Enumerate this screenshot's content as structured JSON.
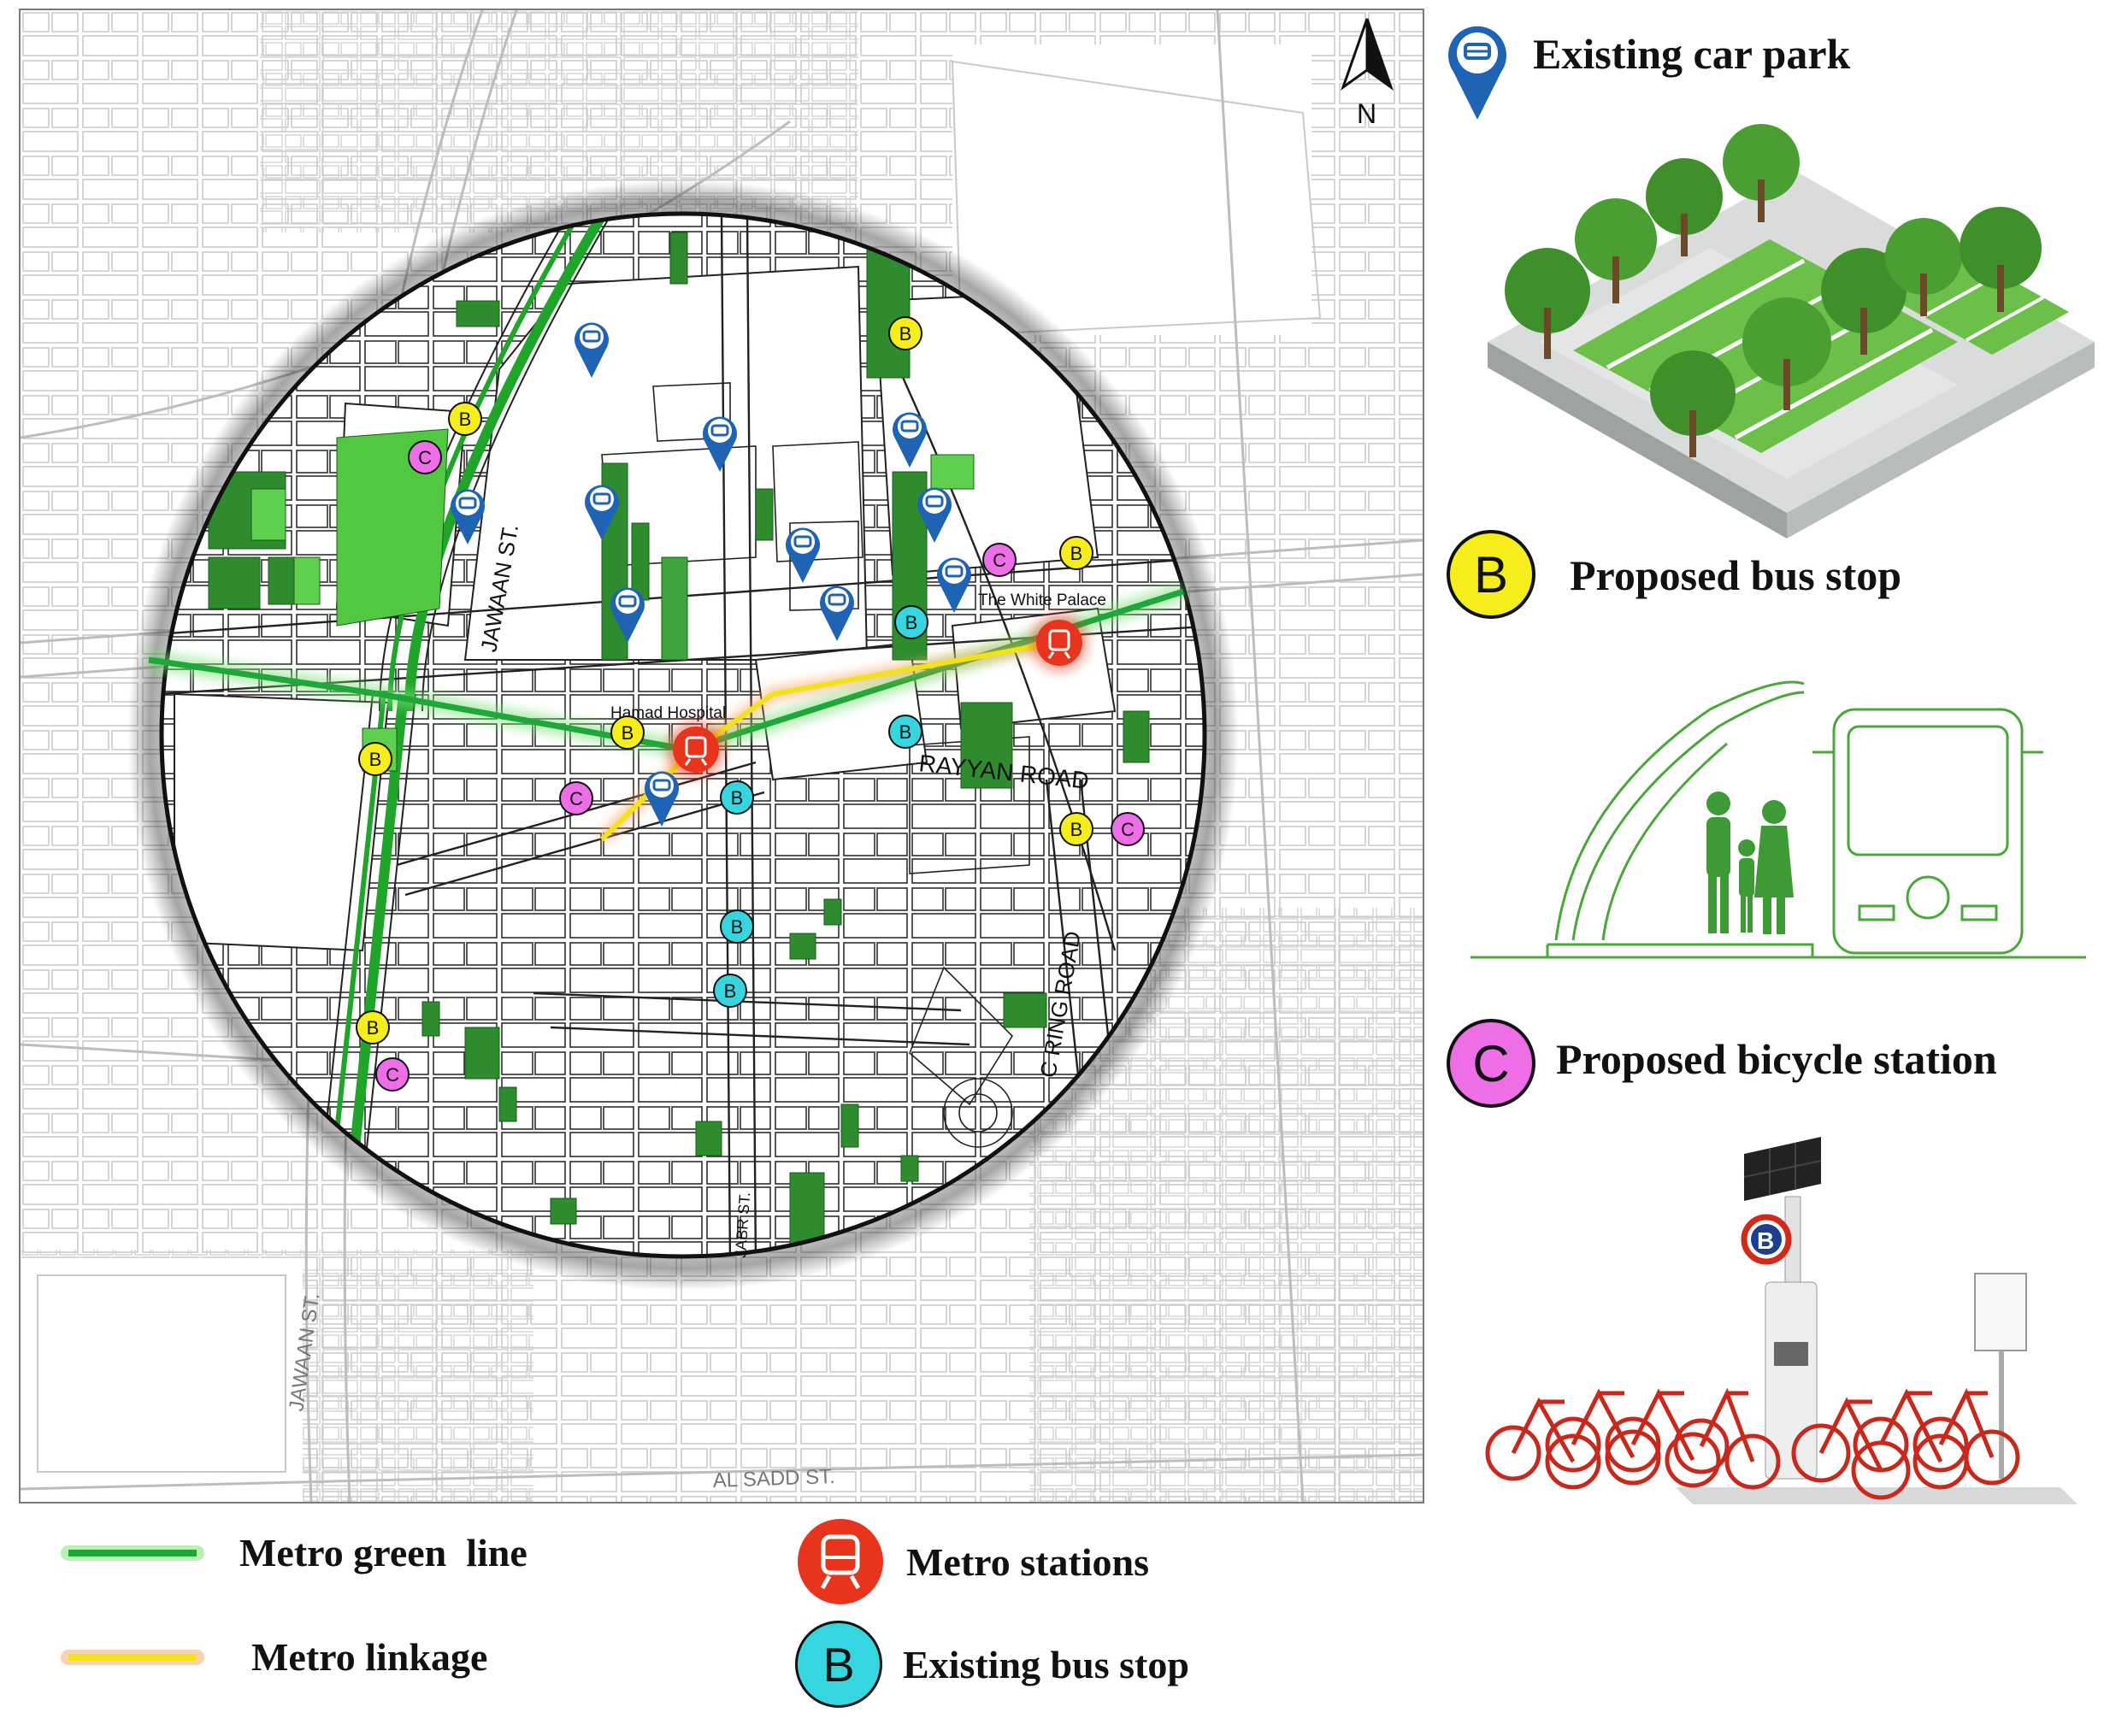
{
  "colors": {
    "metro_green": "#1fa83a",
    "metro_linkage": "#f2e21a",
    "metro_station": "#e8341c",
    "existing_bus_stop": "#35d6e0",
    "proposed_bus_stop": "#f5ee1a",
    "proposed_bicycle_station": "#ee6ee8",
    "car_park_pin": "#1e63b4",
    "green_space": "#2e8b2e"
  },
  "map": {
    "north_label": "N",
    "road_labels": {
      "jawaan_top": "JAWAAN ST.",
      "jawaan_bottom": "JAWAAN ST.",
      "rayyan": "RAYYAN ROAD",
      "c_ring": "C RING ROAD",
      "al_sadd": "AL SADD ST.",
      "jabr": "JABR ST."
    },
    "place_labels": {
      "hamad_hospital": "Hamad Hospital",
      "white_palace": "The White Palace"
    },
    "badge_letters": {
      "bus": "B",
      "bicycle": "C"
    }
  },
  "legend_bottom": {
    "metro_green_line": "Metro green  line",
    "metro_linkage": "Metro linkage",
    "metro_stations": "Metro stations",
    "existing_bus_stop": "Existing bus stop",
    "existing_bus_stop_badge": "B"
  },
  "legend_right": {
    "existing_car_park": "Existing car park",
    "proposed_bus_stop": "Proposed bus stop",
    "proposed_bus_stop_badge": "B",
    "proposed_bicycle_station": "Proposed bicycle station",
    "proposed_bicycle_station_badge": "C",
    "bike_sign_letter": "B"
  }
}
